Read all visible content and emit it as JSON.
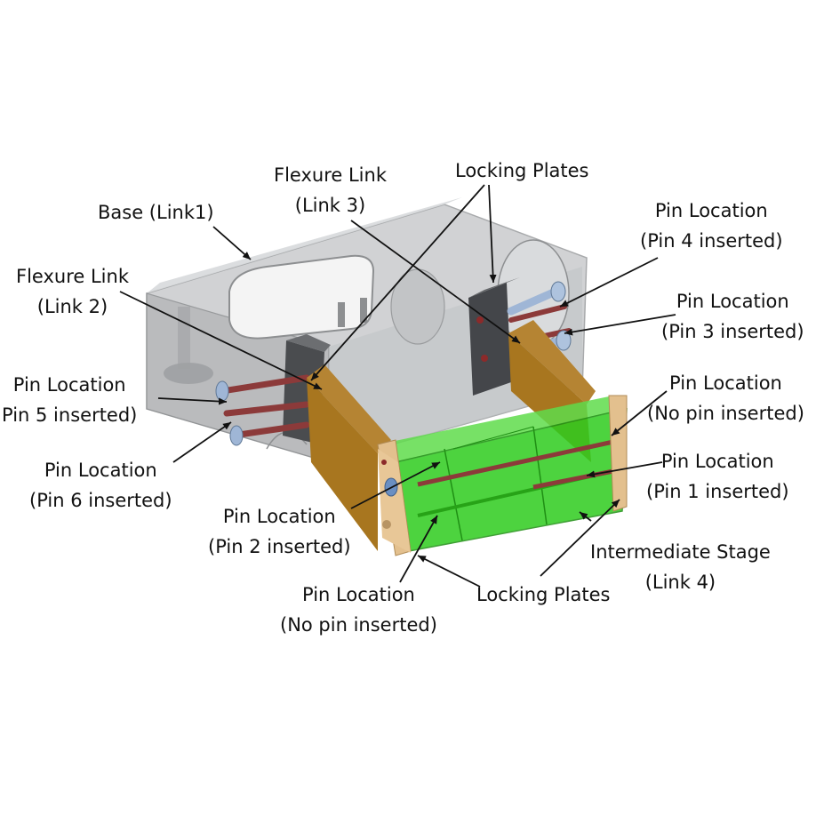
{
  "labels": {
    "base": [
      "Base (Link1)"
    ],
    "flexure_link_3": [
      "Flexure Link",
      "(Link 3)"
    ],
    "locking_plates_top": [
      "Locking Plates"
    ],
    "pin_4": [
      "Pin Location",
      "(Pin 4 inserted)"
    ],
    "flexure_link_2": [
      "Flexure Link",
      "(Link 2)"
    ],
    "pin_3": [
      "Pin Location",
      "(Pin 3 inserted)"
    ],
    "pin_5": [
      "Pin Location",
      "Pin 5 inserted)"
    ],
    "no_pin_right": [
      "Pin Location",
      "(No pin inserted)"
    ],
    "pin_6": [
      "Pin Location",
      "(Pin 6 inserted)"
    ],
    "pin_1": [
      "Pin Location",
      "(Pin 1 inserted)"
    ],
    "pin_2": [
      "Pin Location",
      "(Pin 2 inserted)"
    ],
    "intermediate_stage": [
      "Intermediate Stage",
      "(Link 4)"
    ],
    "no_pin_bottom": [
      "Pin Location",
      "(No pin inserted)"
    ],
    "locking_plates_bottom": [
      "Locking Plates"
    ]
  },
  "colors": {
    "base": "#b9bbbd",
    "locking_plate": "#3d3f42",
    "flexure": "#a8761f",
    "stage": "#2ecc1e",
    "end_plate": "#e3c08e",
    "pin": "#8c3a3a",
    "screw": "#9fb6d6"
  }
}
